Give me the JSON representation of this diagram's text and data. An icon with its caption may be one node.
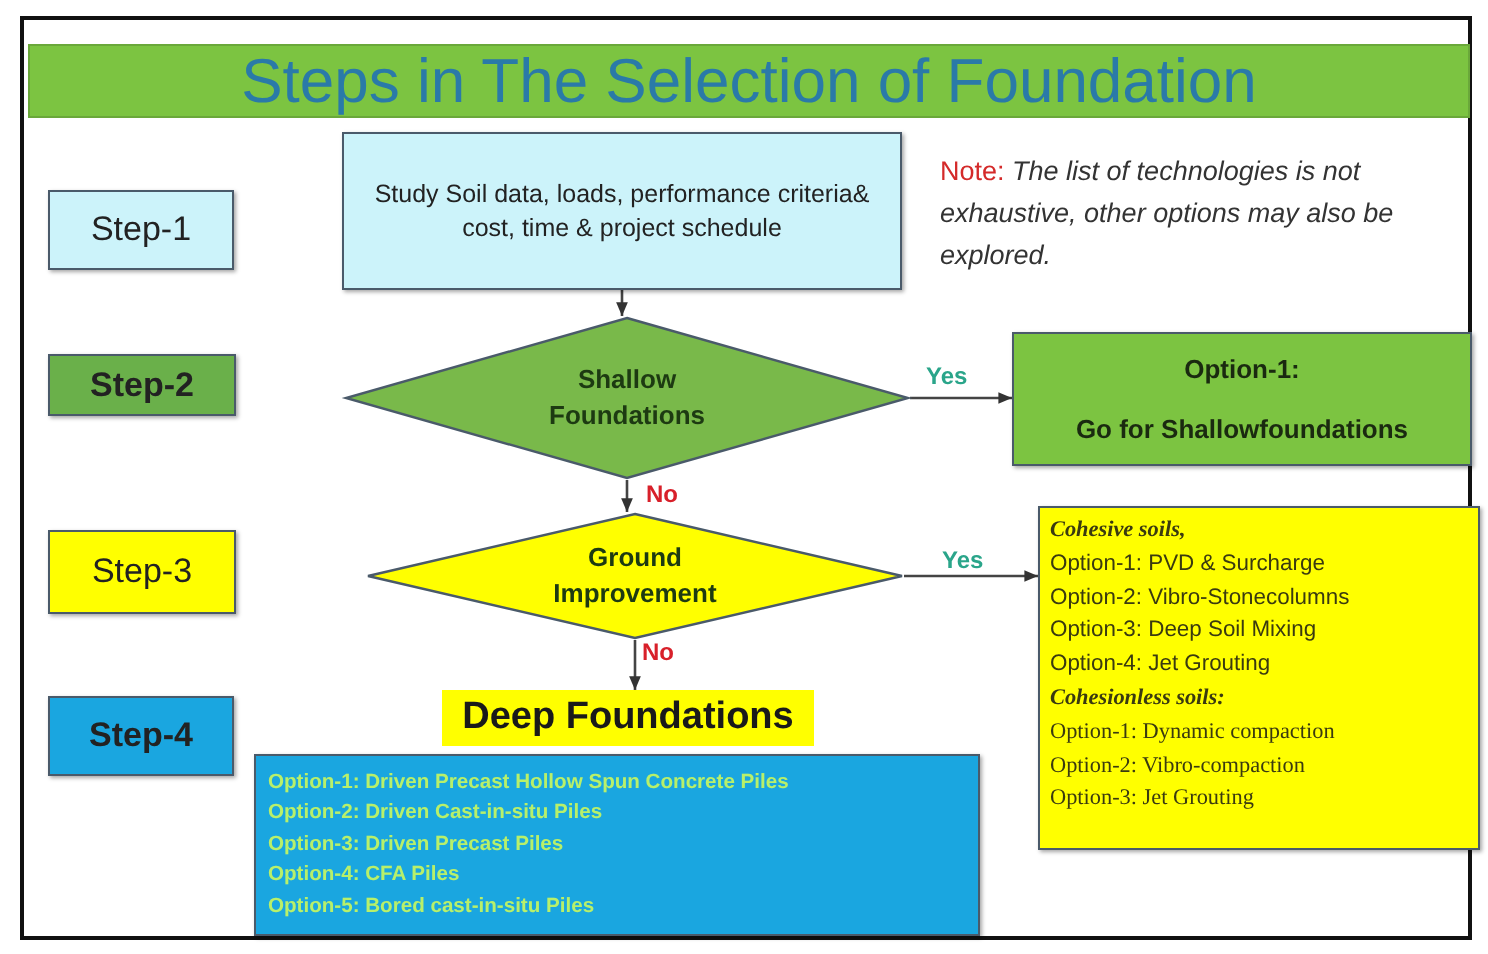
{
  "diagram": {
    "title": "Steps in The Selection of Foundation",
    "nodes": [
      {
        "text": [
          "Step-1"
        ]
      },
      {
        "text": [
          "Study Soil data, loads, performance criteria& cost, time & project schedule"
        ]
      },
      {
        "text": [
          "Step-2"
        ]
      },
      {
        "text": [
          "Shallow Foundations"
        ]
      },
      {
        "text": [
          "Option-1:",
          "Go for Shallowfoundations"
        ]
      },
      {
        "text": [
          "Step-3"
        ]
      },
      {
        "text": [
          "Ground Improvement"
        ]
      },
      {
        "text": [
          "Cohesive soils,",
          "Option-1: PVD & Surcharge",
          "Option-2: Vibro-Stonecolumns",
          "Option-3: Deep Soil Mixing",
          "Option-4: Jet Grouting",
          "Cohesionless soils:",
          "Option-1:  Dynamic compaction",
          "Option-2:  Vibro-compaction",
          "Option-3:  Jet Grouting"
        ]
      },
      {
        "text": [
          "Step-4"
        ]
      },
      {
        "text": [
          "Deep Foundations"
        ]
      },
      {
        "text": [
          "Option-1: Driven Precast Hollow Spun Concrete Piles",
          "Option-2: Driven Cast-in-situ Piles",
          "Option-3: Driven Precast Piles",
          "Option-4: CFA Piles",
          "Option-5: Bored cast-in-situ Piles"
        ]
      }
    ],
    "edges": [
      {
        "from": 1,
        "to": 3,
        "arrow": "to"
      },
      {
        "from": 3,
        "to": 4,
        "arrow": "to",
        "label": "Yes"
      },
      {
        "from": 3,
        "to": 6,
        "arrow": "to",
        "label": "No"
      },
      {
        "from": 6,
        "to": 7,
        "arrow": "to",
        "label": "Yes"
      },
      {
        "from": 6,
        "to": 9,
        "arrow": "to",
        "label": "No"
      }
    ],
    "labels": [
      "Note: *The  list of technologies is not exhaustive, other options may also be explored.*"
    ]
  }
}
